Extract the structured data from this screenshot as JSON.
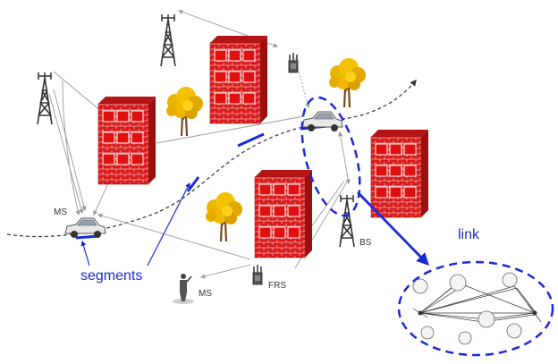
{
  "labels": {
    "ms_car": "MS",
    "ms_person": "MS",
    "bs": "BS",
    "frs": "FRS",
    "segments": "segments",
    "link": "link"
  },
  "colors": {
    "brick": "#d91a1a",
    "brick_dark": "#9c0f0f",
    "window": "#e01010",
    "blue": "#1a2bd6",
    "tree": "#e8b400",
    "trunk": "#7a4a1c",
    "arrow_gray": "#aaaaaa"
  },
  "icons": [
    "antenna-tower-icon",
    "building-icon",
    "tree-icon",
    "car-icon",
    "person-icon",
    "base-station-icon",
    "relay-station-icon"
  ]
}
